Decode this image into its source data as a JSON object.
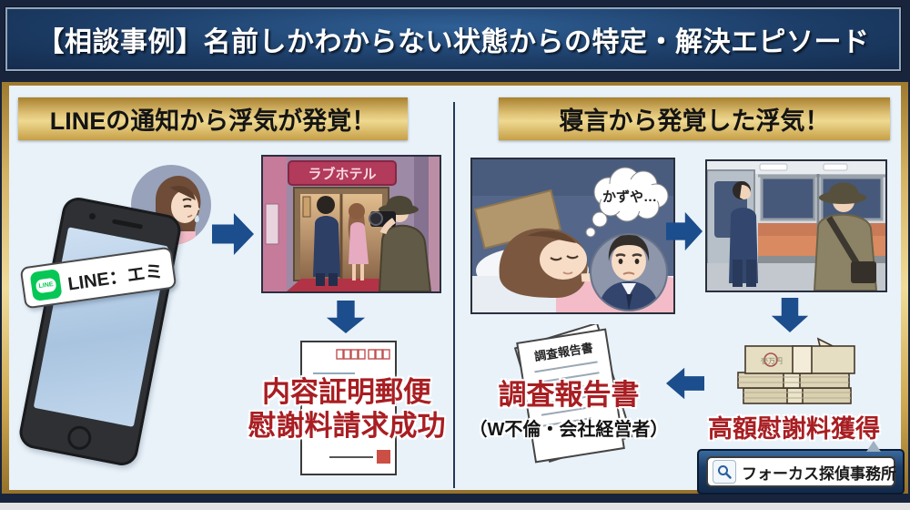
{
  "banner": {
    "title": "【相談事例】名前しかわからない状態からの特定・解決エピソード"
  },
  "panels": {
    "left": {
      "header": "LINEの通知から浮気が発覚！",
      "line_badge": "LINE",
      "notification_text": "LINE：エミ",
      "hotel_sign": "ラブホテル",
      "result_line1": "内容証明郵便",
      "result_line2": "慰謝料請求成功"
    },
    "right": {
      "header": "寝言から発覚した浮気！",
      "sleep_talk_bubble": "かずや…",
      "money_caption": "高額慰謝料獲得",
      "report_paper_heading": "調査報告書",
      "report_caption": "調査報告書",
      "report_caption_sub": "（W不倫・会社経営者）"
    }
  },
  "footer": {
    "brand": "フォーカス探偵事務所"
  },
  "icons": {
    "search_icon": "magnifying-glass",
    "line_icon": "line-messenger",
    "arrow_icon": "flow-arrow"
  },
  "colors": {
    "navy_background": "#18243c",
    "accent_gold": "#d4b264",
    "arrow_blue": "#1c4d8c",
    "result_red": "#a81e22",
    "line_green": "#06c755",
    "hotel_sign_red": "#b23a5a",
    "panel_bg": "#e9f2f9"
  }
}
